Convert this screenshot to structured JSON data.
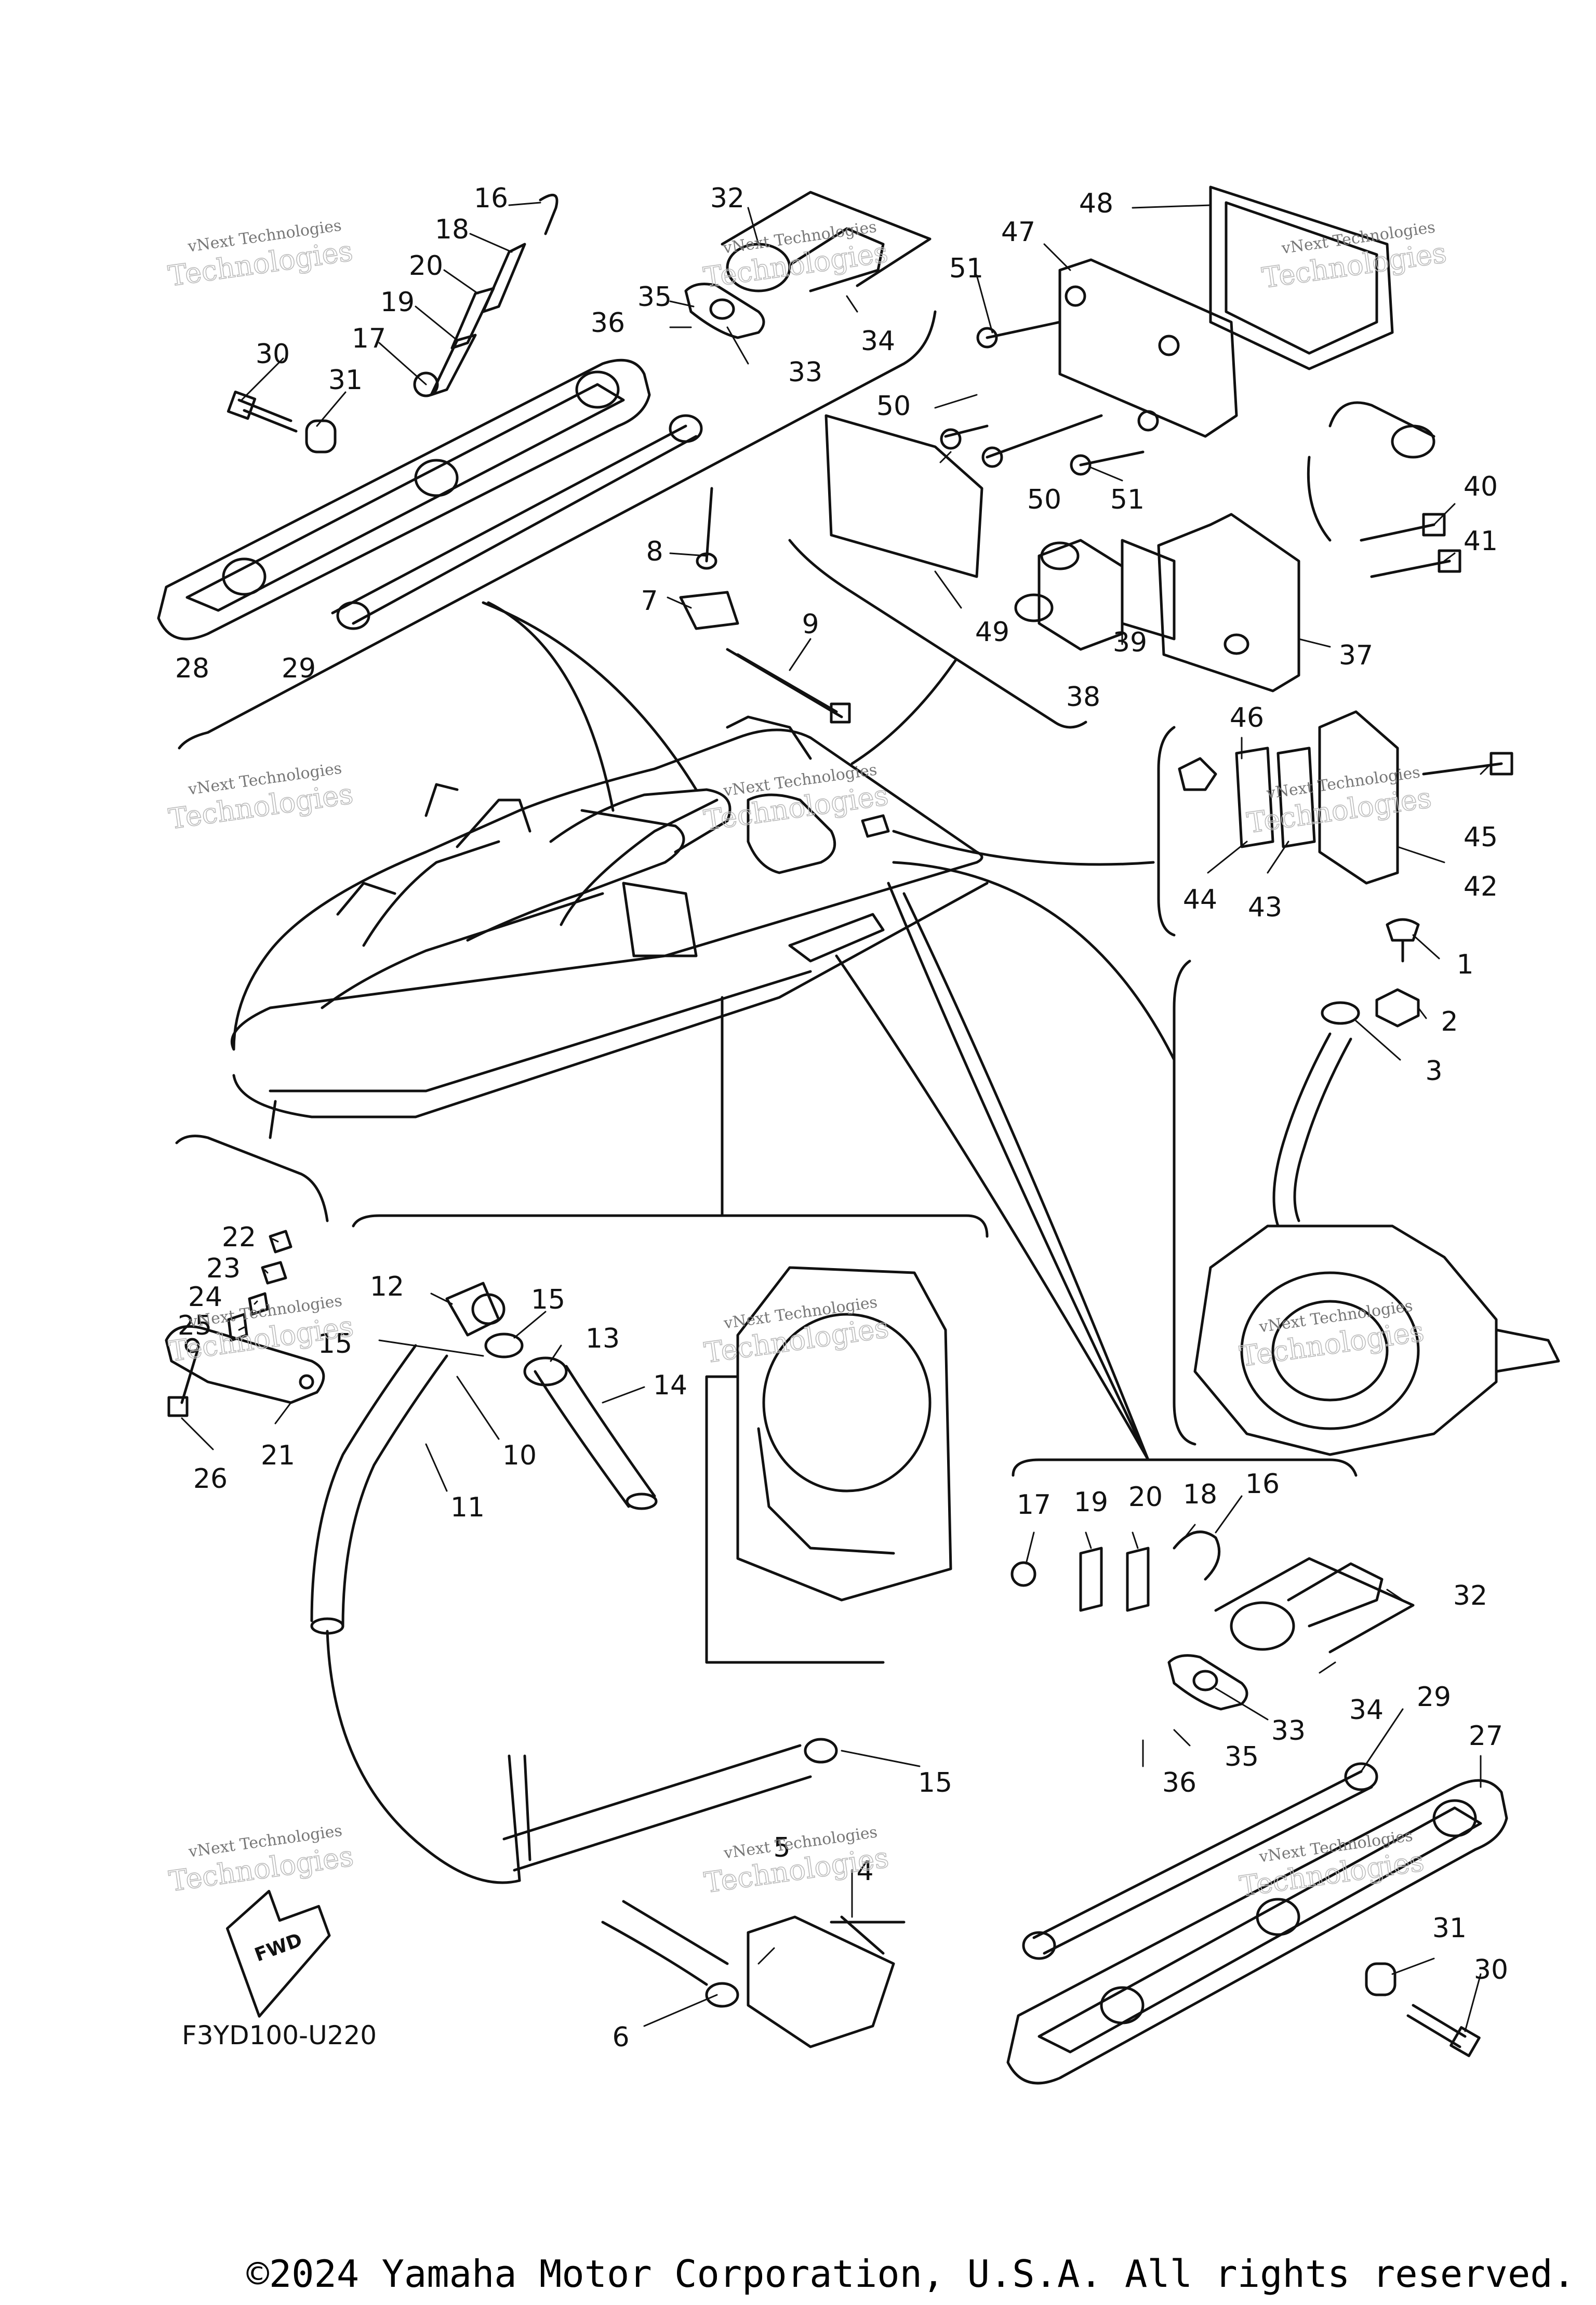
{
  "diagram_code": "F3YD100-U220",
  "fwd_label": "FWD",
  "copyright": "©2024 Yamaha Motor Corporation, U.S.A. All rights reserved.",
  "watermark": {
    "line1": "vNext Technologies",
    "line2": "Technologies"
  },
  "callouts": [
    "1",
    "2",
    "3",
    "4",
    "5",
    "6",
    "7",
    "8",
    "9",
    "10",
    "11",
    "12",
    "13",
    "14",
    "15",
    "16",
    "17",
    "18",
    "19",
    "20",
    "21",
    "22",
    "23",
    "24",
    "25",
    "26",
    "27",
    "28",
    "29",
    "30",
    "31",
    "32",
    "33",
    "34",
    "35",
    "36",
    "37",
    "38",
    "39",
    "40",
    "41",
    "42",
    "43",
    "44",
    "45",
    "46",
    "47",
    "48",
    "49",
    "50",
    "51"
  ]
}
